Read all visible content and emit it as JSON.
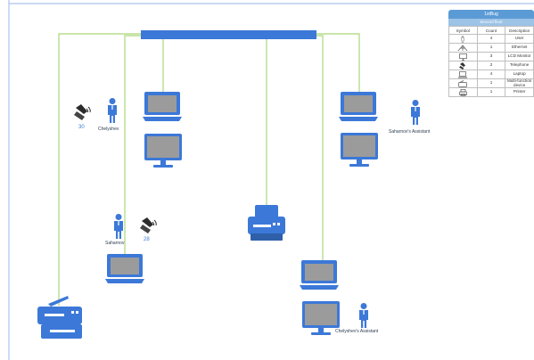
{
  "legend": {
    "title": "1stBug",
    "subtitle": "Second floor",
    "headers": [
      "Symbol",
      "Count",
      "Description"
    ],
    "rows": [
      {
        "icon": "user-icon",
        "count": "4",
        "description": "User"
      },
      {
        "icon": "ethernet-icon",
        "count": "1",
        "description": "Ethernet"
      },
      {
        "icon": "lcd-monitor-icon",
        "count": "3",
        "description": "LCD Monitor"
      },
      {
        "icon": "telephone-icon",
        "count": "2",
        "description": "Telephone"
      },
      {
        "icon": "laptop-icon",
        "count": "4",
        "description": "Laptop"
      },
      {
        "icon": "multi-function-device-icon",
        "count": "1",
        "description": "Multi-function device"
      },
      {
        "icon": "printer-icon",
        "count": "1",
        "description": "Printer"
      }
    ]
  },
  "nodes": {
    "user_chelyshev": "Chelyshev",
    "phone_chelyshev_ext": "30",
    "user_saharnov": "Saharnov",
    "phone_saharnov_ext": "28",
    "user_saharnov_assistant": "Saharnov's Assistant",
    "user_chelyshev_assistant": "Chelyshev's Assistant"
  },
  "colors": {
    "device_blue": "#3c78d8",
    "device_dark": "#2e5fa8",
    "screen_gray": "#9b9b9b",
    "cable_green": "#b7dd8e",
    "frame_blue": "#a9c4ee"
  }
}
